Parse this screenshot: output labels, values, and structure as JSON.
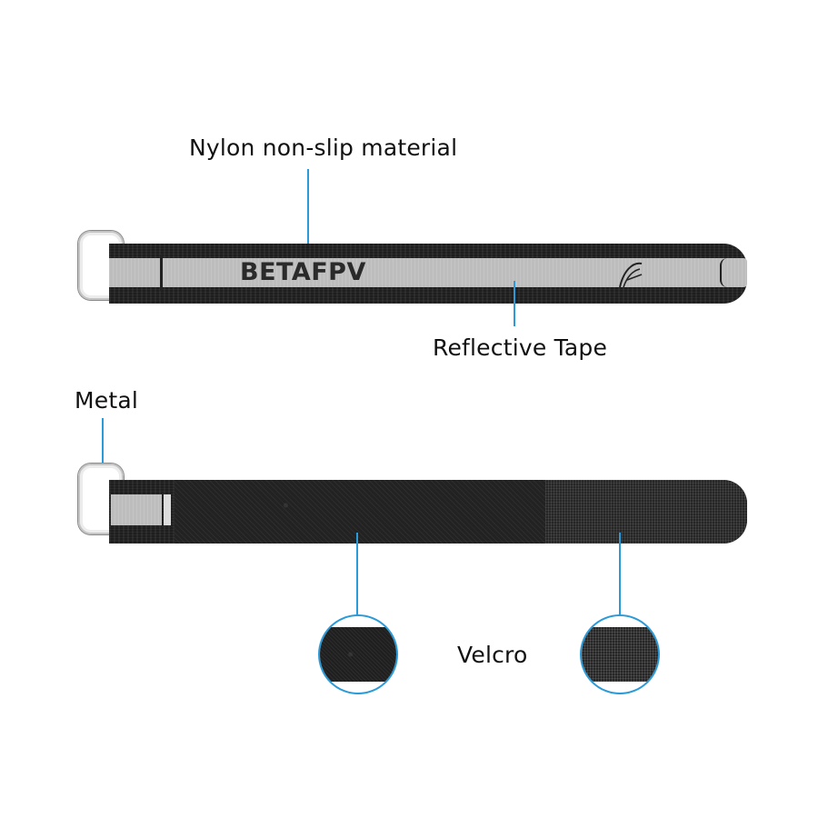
{
  "callouts": {
    "nylon": "Nylon non-slip material",
    "reflective": "Reflective Tape",
    "metal": "Metal",
    "velcro": "Velcro"
  },
  "strap_top": {
    "brand_text": "BETAFPV",
    "logo_icon": "betafpv-wing-logo-icon"
  },
  "colors": {
    "callout_line": "#2a9ad8",
    "strap_black": "#1e1e1e",
    "reflective_grey": "#bdbdbd",
    "text": "#111111"
  },
  "detail_views": [
    {
      "name": "loop-side-closeup",
      "type": "loop"
    },
    {
      "name": "hook-side-closeup",
      "type": "hook"
    }
  ]
}
